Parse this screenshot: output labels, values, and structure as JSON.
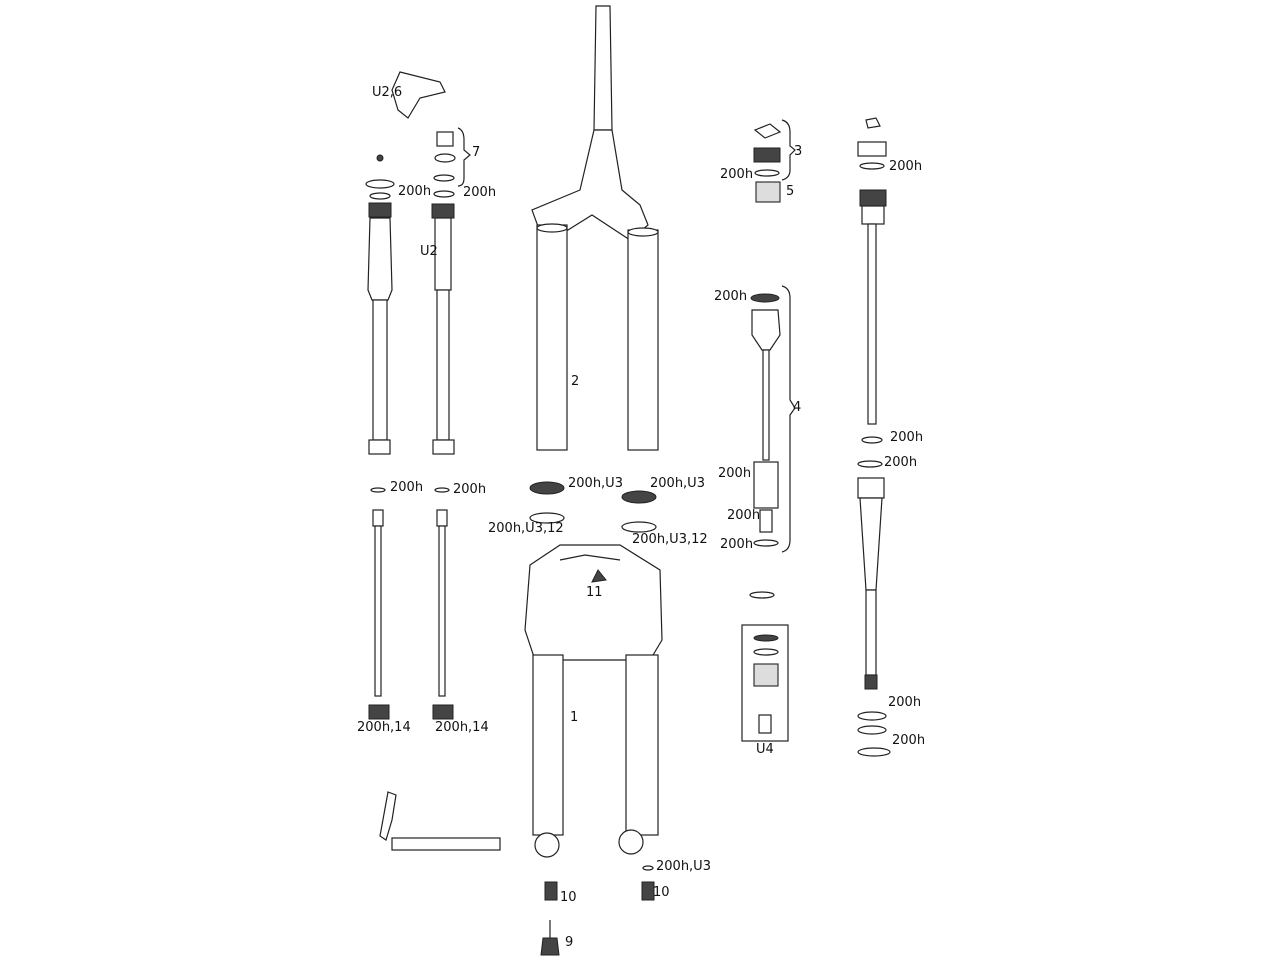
{
  "diagram": {
    "title": "Suspension fork exploded parts diagram",
    "labels": [
      "U2,6",
      "7",
      "200h",
      "200h",
      "U2",
      "2",
      "3",
      "200h",
      "5",
      "200h",
      "200h",
      "4",
      "200h",
      "200h",
      "200h",
      "200h",
      "200h",
      "200h",
      "200h,U3",
      "200h,U3",
      "200h,U3,12",
      "200h,U3,12",
      "11",
      "1",
      "U4",
      "200h",
      "200h",
      "200h,14",
      "200h,14",
      "200h,U3",
      "10",
      "10",
      "9"
    ]
  }
}
